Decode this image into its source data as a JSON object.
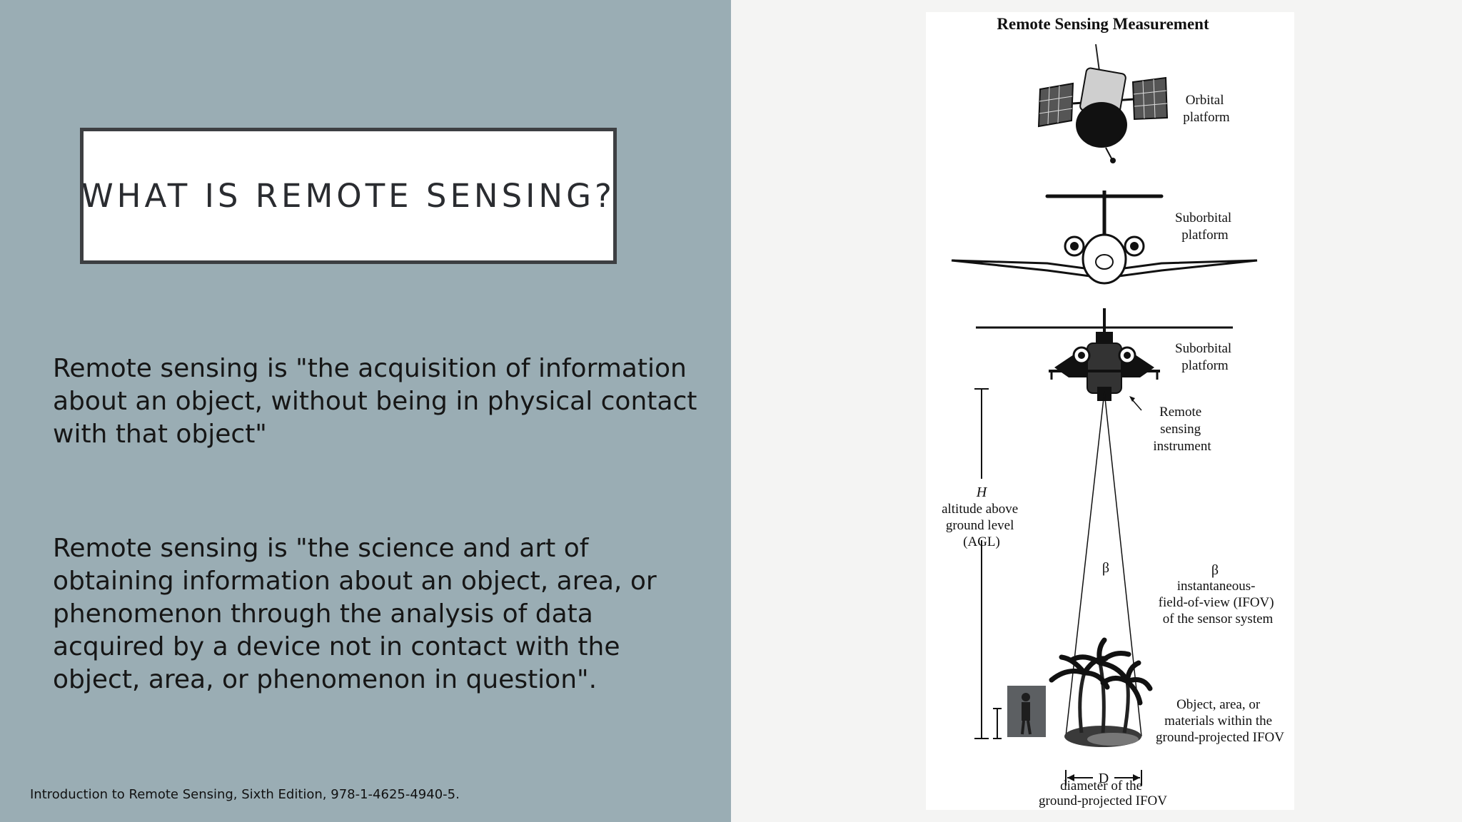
{
  "slide": {
    "title": "WHAT IS REMOTE SENSING?",
    "paragraphs": [
      "Remote sensing is \"the acquisition of information about an object, without being in physical contact with that object\"",
      "Remote sensing is \"the science and art of obtaining information about an object, area, or phenomenon through the analysis of data acquired by a device not in contact with the object, area, or phenomenon in question\"."
    ],
    "citation": "Introduction to Remote Sensing, Sixth Edition, 978-1-4625-4940-5."
  },
  "figure": {
    "title": "Remote Sensing Measurement",
    "orbital_label": [
      "Orbital",
      "platform"
    ],
    "suborbital_label_1": [
      "Suborbital",
      "platform"
    ],
    "suborbital_label_2": [
      "Suborbital",
      "platform"
    ],
    "instrument_label": [
      "Remote",
      "sensing",
      "instrument"
    ],
    "altitude_symbol": "H",
    "altitude_label": [
      "altitude above",
      "ground level",
      "(AGL)"
    ],
    "beta_symbol": "β",
    "ifov_label": [
      "instantaneous-",
      "field-of-view (IFOV)",
      "of the sensor system"
    ],
    "object_label": [
      "Object, area, or",
      "materials within the",
      "ground-projected IFOV"
    ],
    "diameter_symbol": "D",
    "diameter_label": [
      "diameter of the",
      "ground-projected IFOV"
    ]
  },
  "colors": {
    "left_panel": "#9aadb4",
    "title_border": "#3d3f42",
    "page_background": "#f4f4f3"
  }
}
